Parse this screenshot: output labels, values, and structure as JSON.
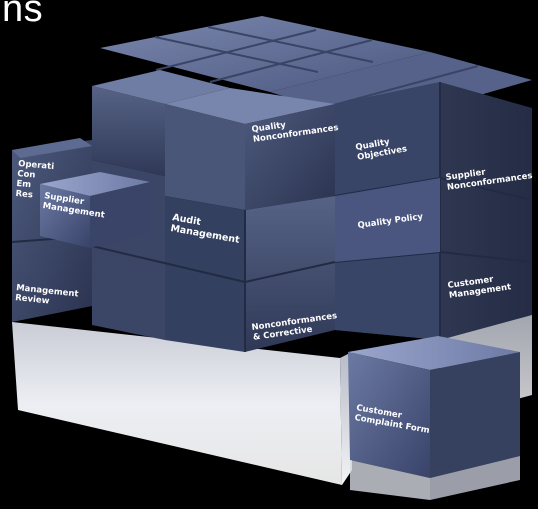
{
  "heading_fragment": "ns",
  "colors": {
    "background": "#000000",
    "face_front": "#3f4a6a",
    "face_top": "#5b6890",
    "face_side": "#2e3754",
    "highlight": "#8e9ac0",
    "label": "#ffffff"
  },
  "blocks": {
    "quality_nonconformances": [
      "Quality",
      "Nonconformances"
    ],
    "quality_objectives": [
      "Quality",
      "Objectives"
    ],
    "supplier_nonconformances": [
      "Supplier",
      "Nonconformances"
    ],
    "operational_partial": [
      "Operati",
      "Con",
      "Em",
      "Res"
    ],
    "supplier_management": [
      "Supplier",
      "Management"
    ],
    "audit_management": [
      "Audit",
      "Management"
    ],
    "quality_policy": [
      "Quality Policy"
    ],
    "customer_management": [
      "Customer",
      "Management"
    ],
    "management_review": [
      "Management",
      "Review"
    ],
    "nonconformances_corrective": [
      "Nonconformances",
      "& Corrective"
    ],
    "customer_complaint_form": [
      "Customer",
      "Complaint Form"
    ]
  }
}
